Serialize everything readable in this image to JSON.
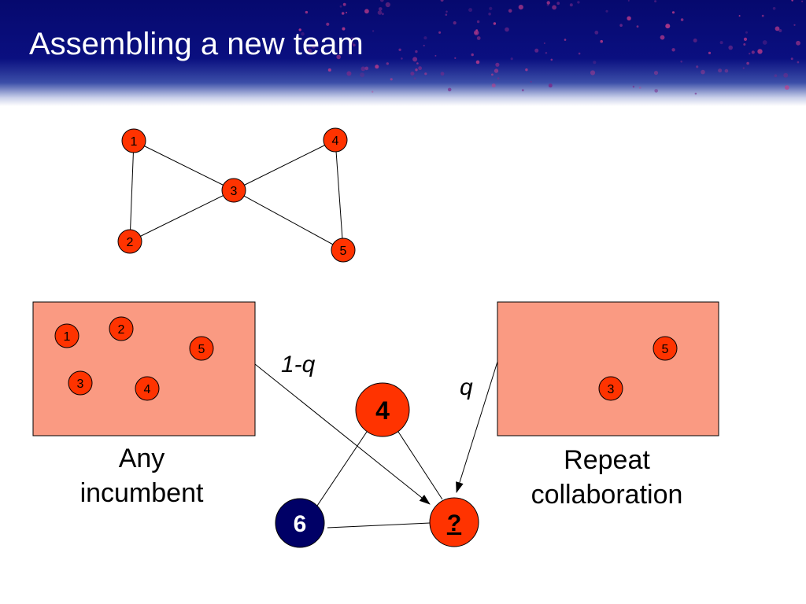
{
  "title": "Assembling a new team",
  "colors": {
    "header_dark": "#06096e",
    "node_fill": "#ff3300",
    "box_fill": "#fa9a82",
    "dark_node_fill": "#000066"
  },
  "top_network": {
    "nodes": [
      "1",
      "2",
      "3",
      "4",
      "5"
    ],
    "edges": [
      [
        "1",
        "2"
      ],
      [
        "1",
        "3"
      ],
      [
        "2",
        "3"
      ],
      [
        "3",
        "4"
      ],
      [
        "3",
        "5"
      ],
      [
        "4",
        "5"
      ]
    ]
  },
  "left_pool": {
    "nodes": [
      "1",
      "2",
      "5",
      "3",
      "4"
    ],
    "caption_line1": "Any",
    "caption_line2": "incumbent"
  },
  "right_pool": {
    "nodes": [
      "5",
      "3"
    ],
    "caption_line1": "Repeat",
    "caption_line2": "collaboration"
  },
  "team": {
    "node_a": "4",
    "node_b": "6",
    "node_new": "?"
  },
  "prob_left": "1-q",
  "prob_right": "q"
}
